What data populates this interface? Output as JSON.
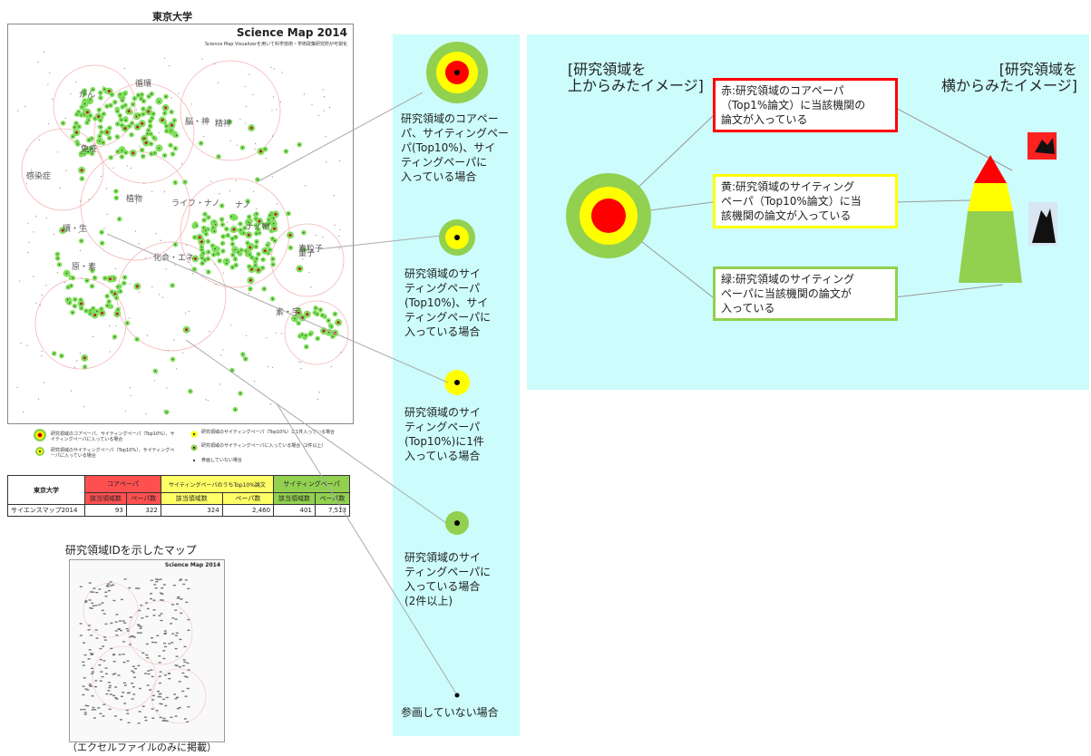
{
  "map": {
    "caption": "東京大学",
    "science_map_title": "Science Map 2014",
    "science_map_subtitle": "Science Map Visualizerを用いて科学技術・学術政策研究所が可視化",
    "field_labels": [
      "がん",
      "循環",
      "脳・神",
      "精神",
      "免疫",
      "感染症",
      "植物",
      "ライフ・ナノ",
      "ナノ",
      "ナノ物",
      "原・素",
      "化合・エネ",
      "量子",
      "素・宇",
      "環・生",
      "素粒子"
    ]
  },
  "legend": {
    "items": [
      {
        "text": "研究領域のコアペーパ、サイティングペーパ（Top10%）、サイティングペーパに入っている場合"
      },
      {
        "text": "研究領域のサイティングペーパ（Top10%）、サイティングペーパに入っている場合"
      },
      {
        "text": "研究領域のサイティングペーパ（Top10%）に1件入っている場合"
      },
      {
        "text": "研究領域のサイティングペーパに入っている場合（2件以上）"
      },
      {
        "text": "参画していない場合"
      }
    ]
  },
  "summary_table": {
    "institution": "東京大学",
    "groups": [
      "コアペーパ",
      "サイティングペーパのうちTop10%論文",
      "サイティングペーパ"
    ],
    "subheaders": [
      "該当領域数",
      "ペーパ数",
      "該当領域数",
      "ペーパ数",
      "該当領域数",
      "ペーパ数"
    ],
    "row_label": "サイエンスマップ2014",
    "values": [
      "93",
      "322",
      "324",
      "2,460",
      "401",
      "7,513"
    ]
  },
  "thumb": {
    "title": "研究領域IDを示したマップ",
    "caption": "（エクセルファイルのみに掲載）",
    "map_title": "Science Map 2014"
  },
  "middle_panel": {
    "items": [
      {
        "lines": [
          "研究領域のコアペー",
          "パ、サイティングペー",
          "パ(Top10%)、サイ",
          "ティングペーパに",
          "入っている場合"
        ]
      },
      {
        "lines": [
          "研究領域のサイ",
          "ティングペーパ",
          "(Top10%)、サイ",
          "ティングペーパに",
          "入っている場合"
        ]
      },
      {
        "lines": [
          "研究領域のサイ",
          "ティングペーパ",
          "(Top10%)に1件",
          "入っている場合"
        ]
      },
      {
        "lines": [
          "研究領域のサイ",
          "ティングペーパに",
          "入っている場合",
          "(2件以上)"
        ]
      },
      {
        "lines": [
          "参画していない場合"
        ]
      }
    ]
  },
  "right_panel": {
    "top_view_title": [
      "[研究領域を",
      "上からみたイメージ]"
    ],
    "side_view_title": [
      "[研究領域を",
      "横からみたイメージ]"
    ],
    "red_note": [
      "赤:研究領域のコアペーパ",
      "（Top1%論文）に当該機関の",
      "論文が入っている"
    ],
    "yellow_note": [
      "黄:研究領域のサイティング",
      "ペーパ（Top10%論文）に当",
      "該機関の論文が入っている"
    ],
    "green_note": [
      "緑:研究領域のサイティング",
      "ペーパに当該機関の論文が",
      "入っている"
    ]
  },
  "colors": {
    "red": "#ff0000",
    "yellow": "#ffff00",
    "green": "#92d050",
    "cyan_panel": "#ccfcfc",
    "core_header": "#ff5050",
    "top10_header": "#ffff66",
    "citing_header": "#92d050"
  }
}
